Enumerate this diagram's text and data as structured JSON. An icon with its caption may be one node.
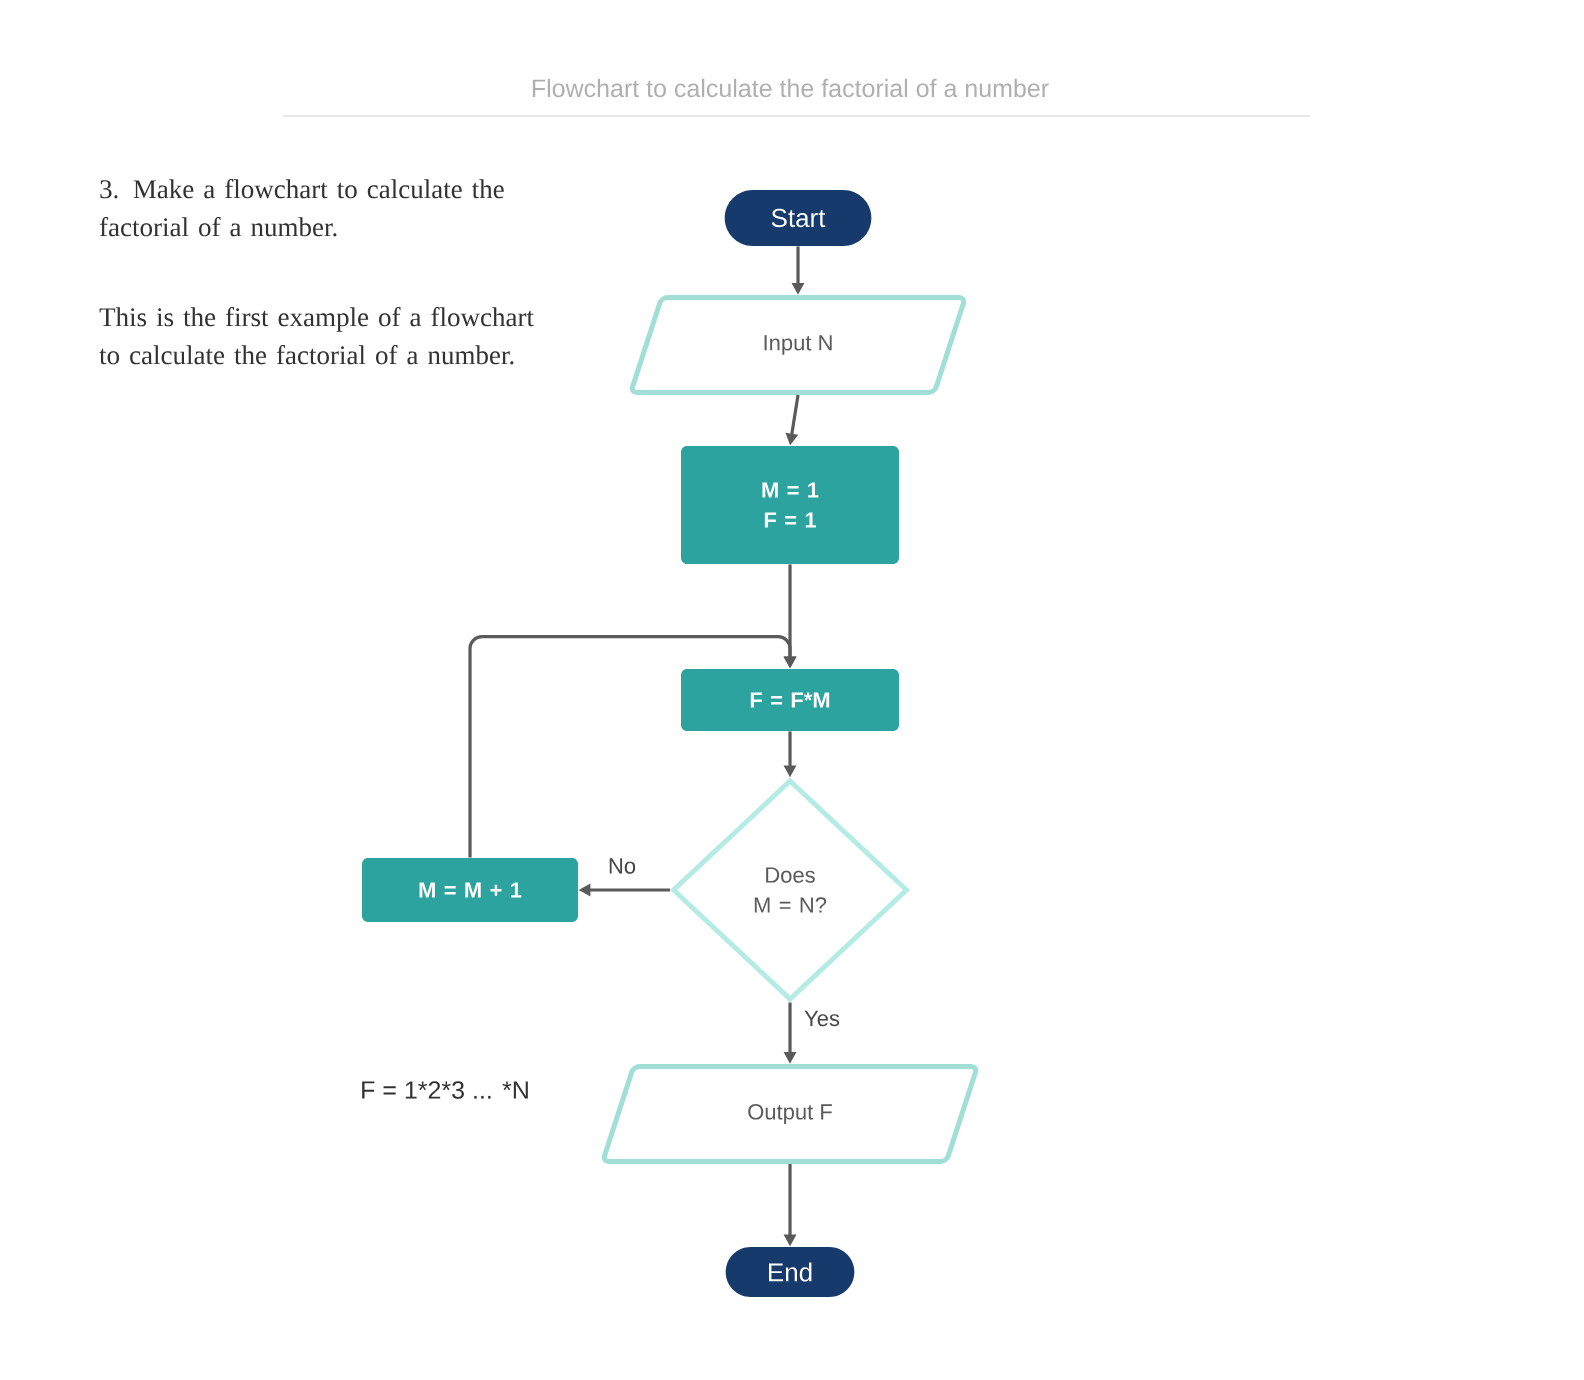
{
  "diagram": {
    "title": "Flowchart to calculate the factorial of a number",
    "nodes": [
      {
        "text": [
          "Start"
        ]
      },
      {
        "text": [
          "Input N"
        ]
      },
      {
        "text": [
          "M = 1 F = 1"
        ]
      },
      {
        "text": [
          "F = F*M"
        ]
      },
      {
        "text": [
          "Does M = N?"
        ]
      },
      {
        "text": [
          "M = M + 1"
        ]
      },
      {
        "text": [
          "Output F"
        ]
      },
      {
        "text": [
          "End"
        ]
      }
    ],
    "edges": [
      {
        "from": 0,
        "to": 1,
        "arrow": "to"
      },
      {
        "from": 1,
        "to": 2,
        "arrow": "to"
      },
      {
        "from": 2,
        "to": 3,
        "arrow": "to"
      },
      {
        "from": 3,
        "to": 4,
        "arrow": "to"
      },
      {
        "from": 4,
        "to": 5,
        "arrow": "to",
        "label": "No"
      },
      {
        "from": 5,
        "to": 3,
        "arrow": "to"
      },
      {
        "from": 4,
        "to": 6,
        "arrow": "to",
        "label": "Yes"
      },
      {
        "from": 6,
        "to": 7,
        "arrow": "to"
      }
    ],
    "labels": [
      "3. Make a flowchart to calculate the factorial of a number.",
      "This is the first example of a flowchart to calculate the factorial of a number.",
      "F = 1*2*3 ... *N"
    ]
  }
}
